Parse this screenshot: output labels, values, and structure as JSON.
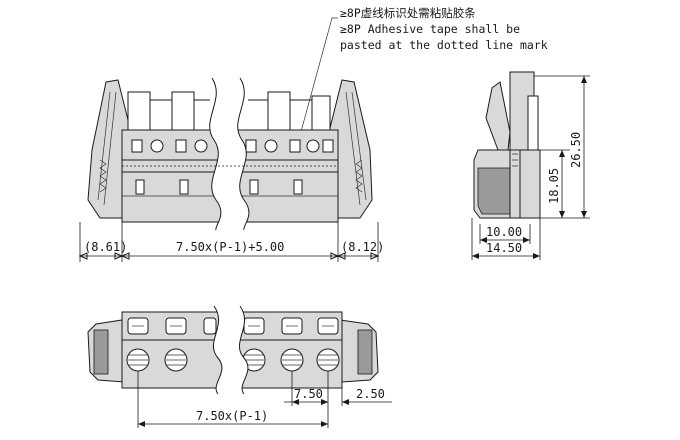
{
  "notes": {
    "line1": "≥8P虚线标识处需粘贴胶条",
    "line2": "≥8P Adhesive tape shall be",
    "line3": "pasted at the dotted line mark"
  },
  "dimensions": {
    "front_left": "(8.61)",
    "front_middle": "7.50x(P-1)+5.00",
    "front_right": "(8.12)",
    "side_inner_width": "10.00",
    "side_outer_width": "14.50",
    "side_height_inner": "18.05",
    "side_height_outer": "26.50",
    "bottom_pitch": "7.50",
    "bottom_offset": "2.50",
    "bottom_span": "7.50x(P-1)"
  },
  "colors": {
    "line": "#1a1a1a",
    "body_fill": "#d9d9d9",
    "dark_fill": "#9a9a9a"
  }
}
